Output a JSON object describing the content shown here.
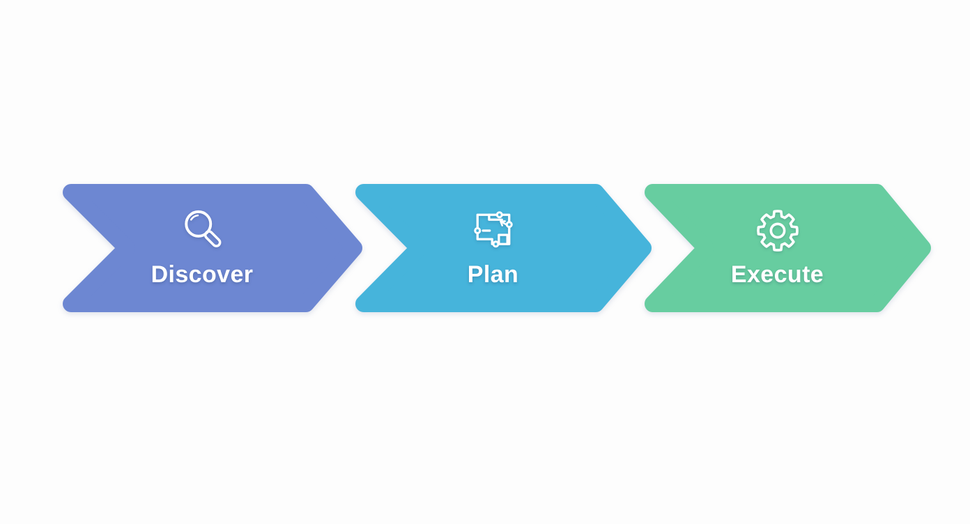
{
  "canvas": {
    "background_color": "#fdfdfd"
  },
  "diagram": {
    "type": "process-flow",
    "direction": "left-to-right",
    "steps": [
      {
        "label": "Discover",
        "icon": "magnifying-glass-icon",
        "color": "#6d87d2",
        "text_color": "#ffffff"
      },
      {
        "label": "Plan",
        "icon": "floor-plan-icon",
        "color": "#46b4db",
        "text_color": "#ffffff"
      },
      {
        "label": "Execute",
        "icon": "gear-icon",
        "color": "#67cda0",
        "text_color": "#ffffff"
      }
    ]
  }
}
